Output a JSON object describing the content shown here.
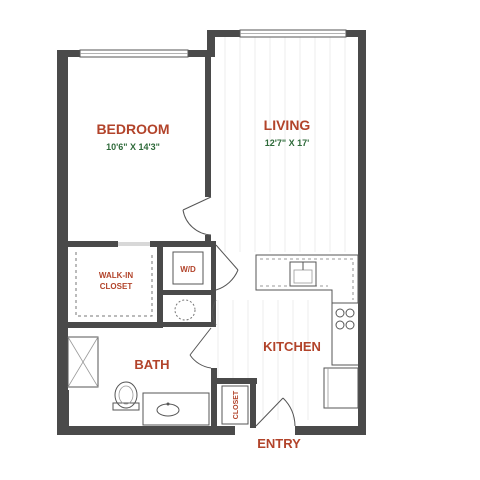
{
  "rooms": {
    "bedroom": {
      "name": "BEDROOM",
      "dims": "10'6\" X 14'3\""
    },
    "living": {
      "name": "LIVING",
      "dims": "12'7\" X 17'"
    },
    "walk_in_closet": {
      "line1": "WALK-IN",
      "line2": "CLOSET"
    },
    "washer_dryer": "W/D",
    "bath": "BATH",
    "kitchen": "KITCHEN",
    "closet": "CLOSET",
    "entry": "ENTRY"
  },
  "colors": {
    "room_label": "#b2432a",
    "dimension": "#2e6a3a",
    "wall": "#4a4a4a"
  }
}
